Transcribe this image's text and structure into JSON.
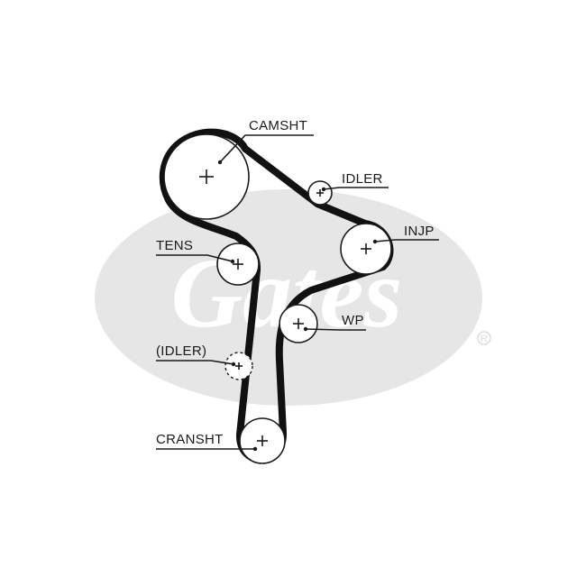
{
  "watermark": {
    "brand": "Gates",
    "registered_mark": "R"
  },
  "labels": {
    "camshaft": "CAMSHT",
    "idler": "IDLER",
    "injection_pump": "INJP",
    "tensioner": "TENS",
    "water_pump": "WP",
    "optional_idler": "(IDLER)",
    "crankshaft": "CRANSHT"
  }
}
